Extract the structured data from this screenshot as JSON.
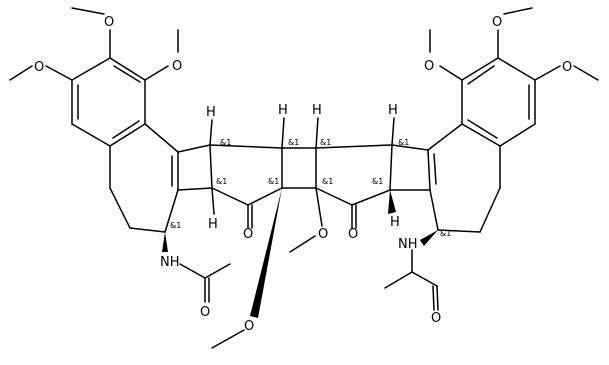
{
  "labels": {
    "o": "O",
    "h": "H",
    "nh": "NH",
    "stereo": "&1"
  }
}
